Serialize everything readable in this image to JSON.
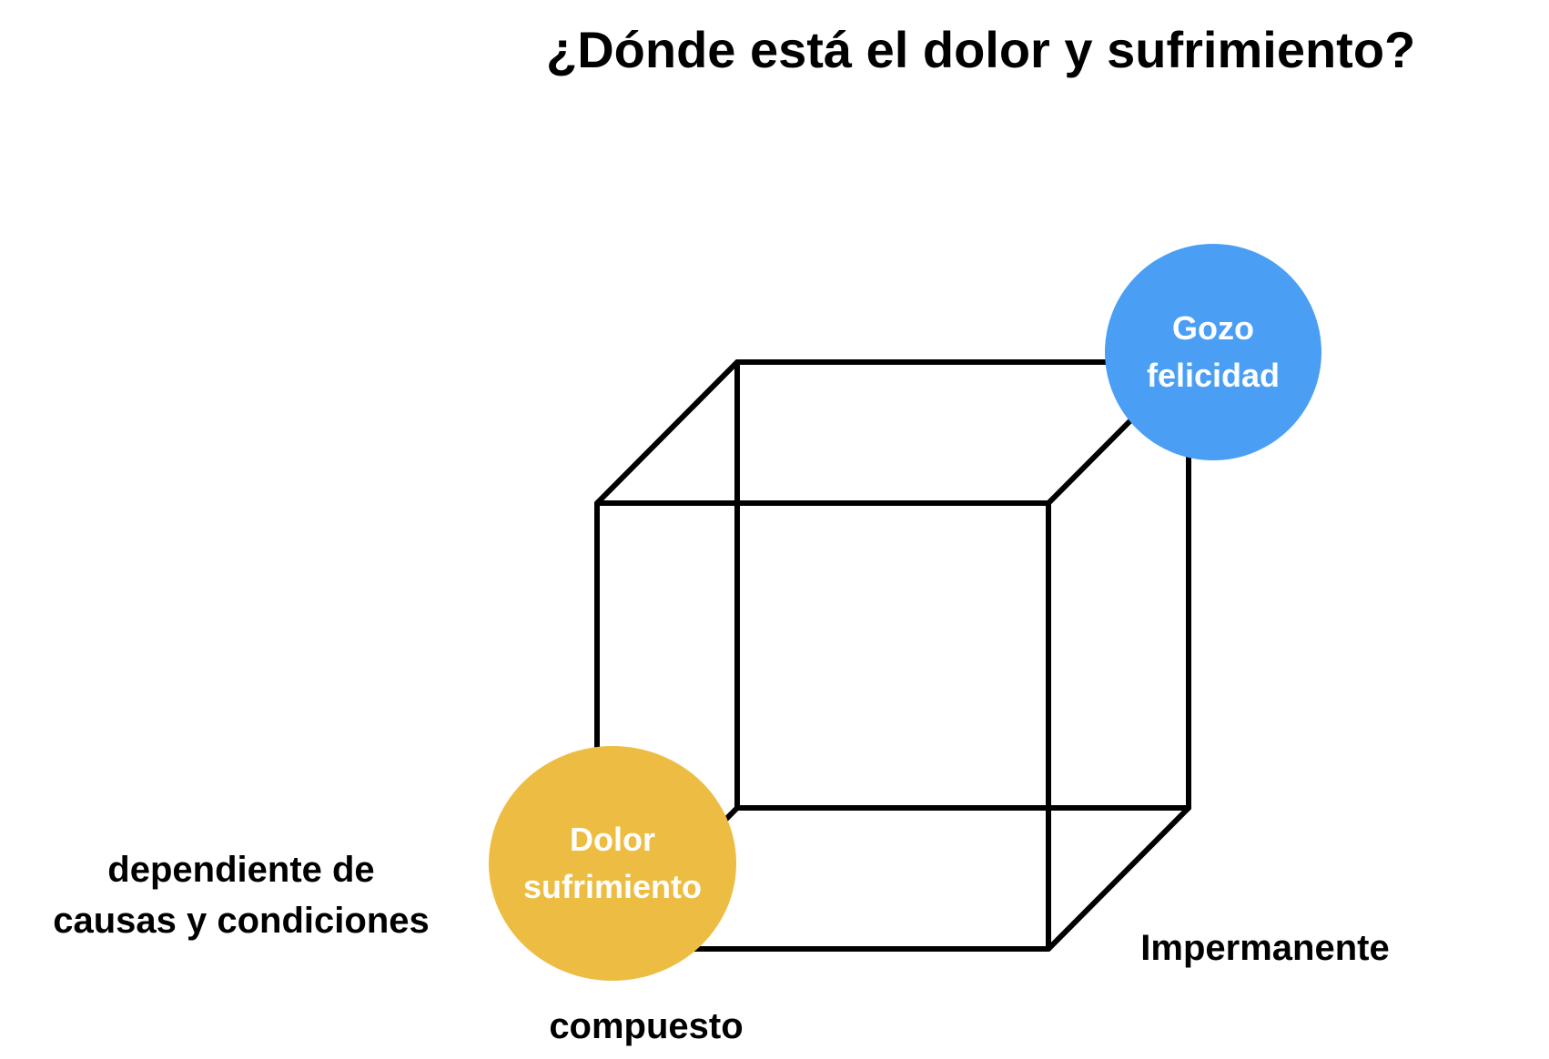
{
  "title": "¿Dónde está el dolor y sufrimiento?",
  "colors": {
    "joy_circle": "#4A9FF5",
    "pain_circle": "#EDBD43",
    "cube_stroke": "#000000"
  },
  "circles": {
    "joy": {
      "line1": "Gozo",
      "line2": "felicidad"
    },
    "pain": {
      "line1": "Dolor",
      "line2": "sufrimiento"
    }
  },
  "labels": {
    "left_line1": "dependiente de",
    "left_line2": "causas y condiciones",
    "bottom": "compuesto",
    "right": "Impermanente"
  }
}
